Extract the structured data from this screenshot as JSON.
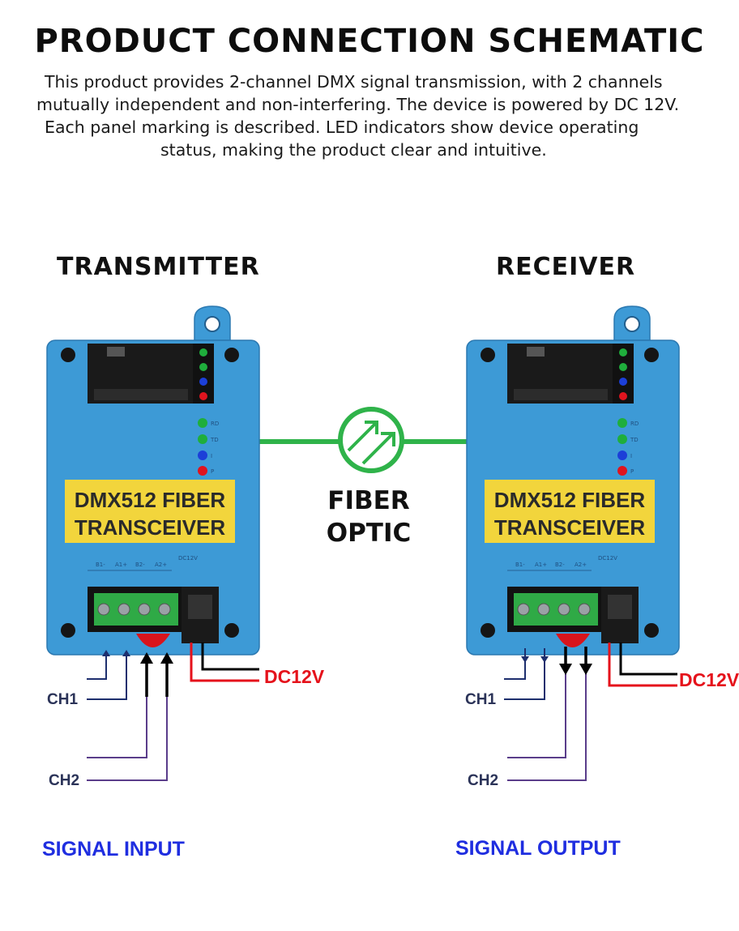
{
  "header": {
    "title": "PRODUCT CONNECTION SCHEMATIC",
    "description_lines": [
      "This product provides 2-channel DMX signal transmission, with 2 channels",
      "mutually independent and non-interfering. The device is powered by DC 12V.",
      "Each panel marking is described.  LED indicators show device operating",
      "status, making the product clear and intuitive."
    ]
  },
  "transmitter": {
    "title": "TRANSMITTER",
    "label_line1": "DMX512 FIBER",
    "label_line2": "TRANSCEIVER",
    "led_labels": [
      "RD",
      "TD",
      "I",
      "P"
    ],
    "terminal_labels": [
      "B1-",
      "A1+",
      "B2-",
      "A2+"
    ],
    "power_marking": "DC12V",
    "ch1_label": "CH1",
    "ch2_label": "CH2",
    "power_label": "DC12V",
    "signal_label": "SIGNAL INPUT"
  },
  "receiver": {
    "title": "RECEIVER",
    "label_line1": "DMX512 FIBER",
    "label_line2": "TRANSCEIVER",
    "led_labels": [
      "RD",
      "TD",
      "I",
      "P"
    ],
    "terminal_labels": [
      "B1-",
      "A1+",
      "B2-",
      "A2+"
    ],
    "power_marking": "DC12V",
    "ch1_label": "CH1",
    "ch2_label": "CH2",
    "power_label": "DC12V",
    "signal_label": "SIGNAL OUTPUT"
  },
  "fiber": {
    "line1": "FIBER",
    "line2": "OPTIC",
    "icon": "fiber-optic-arrows-icon"
  },
  "colors": {
    "device_body": "#3d9ad6",
    "label_yellow": "#f2d53c",
    "fiber_green": "#2fb34a",
    "power_red": "#e5121b",
    "channel_navy": "#1e2f6e",
    "channel_purple": "#5a3d8a",
    "signal_blue": "#1f2ee0",
    "led_green": "#1fae3c",
    "led_blue": "#1c3fd8",
    "led_red": "#e0141e"
  }
}
